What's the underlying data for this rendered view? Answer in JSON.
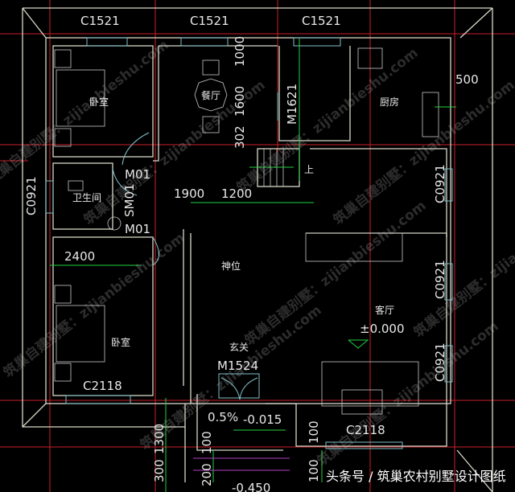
{
  "drawing": {
    "windows_top": [
      "C1521",
      "C1521",
      "C1521"
    ],
    "window_left": "C0921",
    "window_right_1": "C0921",
    "window_right_2": "C0921",
    "window_right_3": "C0921",
    "window_bottom_left": "C2118",
    "window_bottom_right": "C2118",
    "door_kitchen": "M1621",
    "door_bath_1": "M01",
    "door_bath_2": "M01",
    "door_bath_3": "SM01",
    "door_entry": "M1524",
    "rooms": {
      "bedroom_top": "卧室",
      "dining": "餐厅",
      "kitchen": "厨房",
      "bathroom": "卫生间",
      "shrine": "神位",
      "living": "客厅",
      "bedroom_bottom": "卧室",
      "foyer": "玄关",
      "stairs_up": "上"
    },
    "dimensions": [
      "1000",
      "1600",
      "302",
      "500",
      "1900",
      "1200",
      "2400",
      "1300",
      "300",
      "100",
      "200",
      "100",
      "100"
    ],
    "levels": {
      "living": "±0.000",
      "porch_slope": "0.5%",
      "porch": "-0.015",
      "outside": "-0.450"
    }
  },
  "watermark": "筑巢自建别墅：zijianbieshu.com",
  "caption": "头条号 / 筑巢农村别墅设计图纸",
  "colors": {
    "background": "#000000",
    "walls": "#d8d8c8",
    "axis": "#c8202a",
    "dimension": "#22d040",
    "window": "#7fbfc8"
  }
}
